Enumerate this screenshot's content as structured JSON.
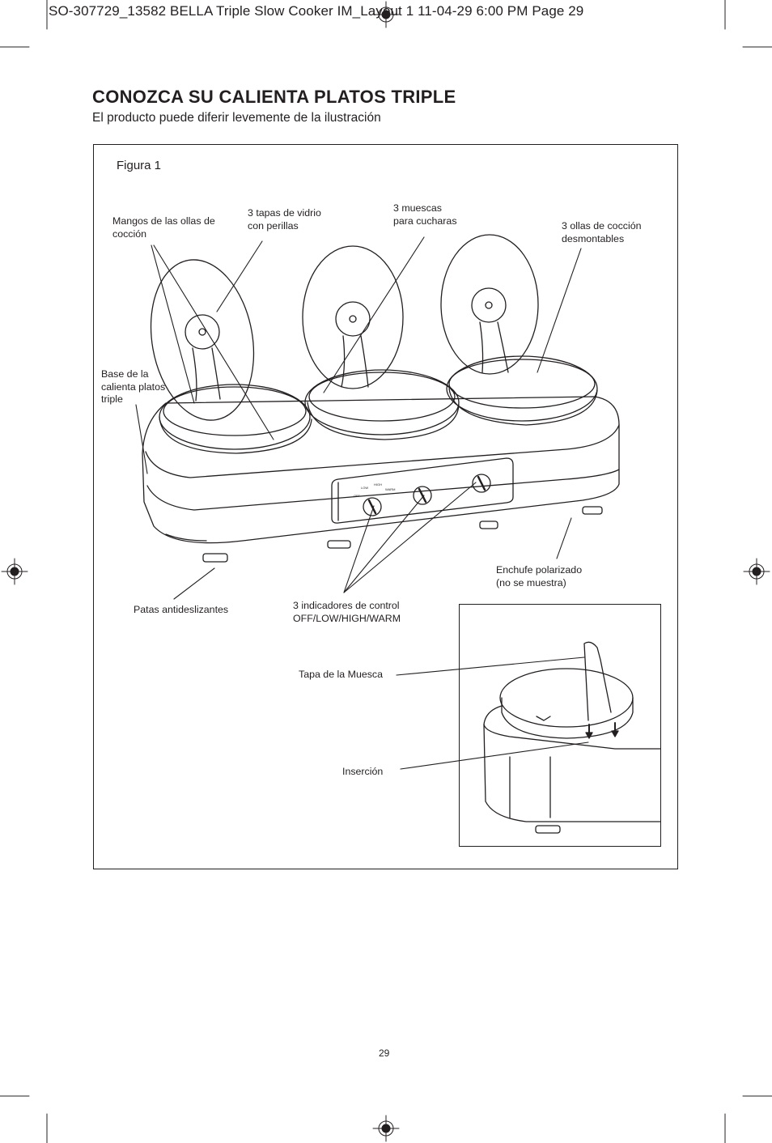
{
  "header": {
    "slug_line": "SO-307729_13582 BELLA Triple Slow Cooker IM_Layout 1  11-04-29  6:00 PM  Page 29"
  },
  "section": {
    "title": "CONOZCA SU CALIENTA PLATOS TRIPLE",
    "subtitle": "El producto puede diferir levemente de la ilustración"
  },
  "figure": {
    "label": "Figura 1",
    "callouts": {
      "handles": "Mangos de las ollas de\ncocción",
      "lids": "3 tapas de vidrio\ncon perillas",
      "notches": "3 muescas\npara cucharas",
      "pots": "3 ollas de cocción\ndesmontables",
      "base": "Base de la\ncalienta platos\ntriple",
      "plug": "Enchufe polarizado\n(no se muestra)",
      "feet": "Patas antideslizantes",
      "controls": "3 indicadores de control\nOFF/LOW/HIGH/WARM",
      "notch_lid": "Tapa de la Muesca",
      "insertion": "Inserción"
    },
    "dial_marks": [
      "OFF",
      "LOW",
      "HIGH",
      "WARM"
    ]
  },
  "footer": {
    "page_number": "29"
  }
}
